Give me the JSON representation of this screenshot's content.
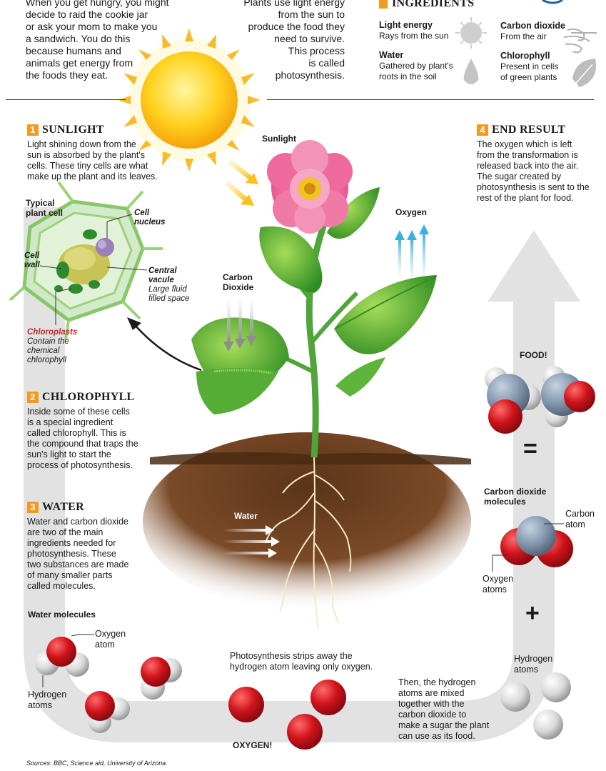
{
  "intro": {
    "left": [
      "When you get hungry, you might",
      "decide to raid the cookie jar",
      "or ask your mom to make you",
      "a sandwich. You do this",
      "because humans and",
      "animals get energy from",
      "the foods they eat."
    ],
    "center": [
      "Plants use light energy",
      "from the sun to",
      "produce the food they",
      "need to survive.",
      "This process",
      "is called",
      "photosynthesis."
    ]
  },
  "ingredients": {
    "title": "INGREDIENTS",
    "items": [
      {
        "name": "Light energy",
        "desc": [
          "Rays from the sun"
        ]
      },
      {
        "name": "Carbon dioxide",
        "desc": [
          "From the air"
        ]
      },
      {
        "name": "Water",
        "desc": [
          "Gathered by plant's",
          "roots in the soil"
        ]
      },
      {
        "name": "Chlorophyll",
        "desc": [
          "Present in cells",
          "of green plants"
        ]
      }
    ]
  },
  "steps": [
    {
      "num": "1",
      "title": "SUNLIGHT",
      "body": [
        "Light shining down from the",
        "sun is absorbed by the plant's",
        "cells. These tiny cells are what",
        "make up the plant and its leaves."
      ]
    },
    {
      "num": "2",
      "title": "CHLOROPHYLL",
      "body": [
        "Inside some of these cells",
        "is a special ingredient",
        "called chlorophyll. This is",
        "the compound that traps the",
        "sun's light to start the",
        "process of photosynthesis."
      ]
    },
    {
      "num": "3",
      "title": "WATER",
      "body": [
        "Water and carbon dioxide",
        "are two of the main",
        "ingredients needed for",
        "photosynthesis. These",
        "two substances are made",
        "of many smaller parts",
        "called molecules."
      ]
    },
    {
      "num": "4",
      "title": "END RESULT",
      "body": [
        "The oxygen which is left",
        "from the transformation is",
        "released back into the air.",
        "The sugar created by",
        "photosynthesis is sent to the",
        "rest of the plant for food."
      ]
    }
  ],
  "cell": {
    "title": [
      "Typical",
      "plant cell"
    ],
    "nucleus": [
      "Cell",
      "nucleus"
    ],
    "wall": [
      "Cell",
      "wall"
    ],
    "vacuole_title": [
      "Central",
      "vacule"
    ],
    "vacuole_desc": [
      "Large fluid",
      "filled space"
    ],
    "chloroplasts_title": "Chloroplasts",
    "chloroplasts_desc": [
      "Contain the",
      "chemical",
      "chlorophyll"
    ]
  },
  "plant_labels": {
    "sunlight": "Sunlight",
    "oxygen": "Oxygen",
    "carbon_dioxide": [
      "Carbon",
      "Dioxide"
    ],
    "water": "Water"
  },
  "molecules": {
    "water_title": "Water molecules",
    "oxygen_atom": [
      "Oxygen",
      "atom"
    ],
    "hydrogen_atoms": [
      "Hydrogen",
      "atoms"
    ],
    "strip_text": [
      "Photosynthesis strips away the",
      "hydrogen atom leaving only oxygen."
    ],
    "oxygen_result": "OXYGEN!",
    "mix_text": [
      "Then, the hydrogen",
      "atoms are mixed",
      "together with the",
      "carbon dioxide to",
      "make a sugar the plant",
      "can use as its food."
    ],
    "hydrogen_right": [
      "Hydrogen",
      "atoms"
    ],
    "co2_title": [
      "Carbon dioxide",
      "molecules"
    ],
    "carbon_atom": [
      "Carbon",
      "atom"
    ],
    "oxygen_atoms": [
      "Oxygen",
      "atoms"
    ],
    "plus": "+",
    "equals": "=",
    "food": "FOOD!"
  },
  "sources": "Sources: BBC, Science aid, University of Arizona",
  "colors": {
    "accent": "#f39a1e",
    "oxygen_red": "#d0141b",
    "carbon_gray": "#8196ae",
    "arrow_gray": "#dcdcdc",
    "chloroplast_red": "#c0282d"
  }
}
